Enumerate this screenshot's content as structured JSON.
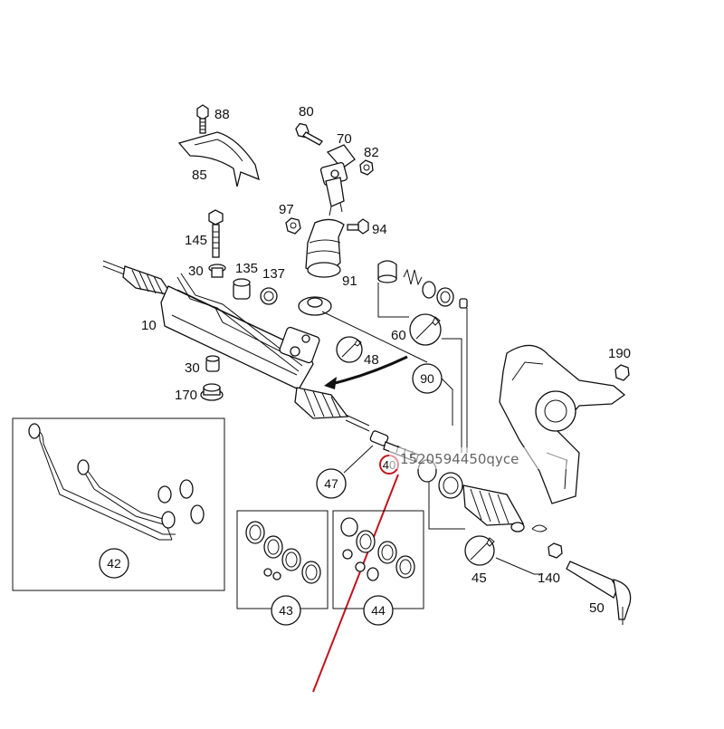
{
  "labels": {
    "p88": "88",
    "p85": "85",
    "p80": "80",
    "p70": "70",
    "p82": "82",
    "p97": "97",
    "p94": "94",
    "p145": "145",
    "p30a": "30",
    "p135": "135",
    "p137": "137",
    "p91": "91",
    "p10": "10",
    "p60": "60",
    "p48": "48",
    "p30b": "30",
    "p170": "170",
    "p90": "90",
    "p190": "190",
    "p47": "47",
    "p40": "40",
    "p45": "45",
    "p140": "140",
    "p50": "50",
    "p42": "42",
    "p43": "43",
    "p44": "44"
  },
  "watermark": "1520594450qyce",
  "colors": {
    "ink": "#111111",
    "highlight": "#c0141c",
    "paper": "#ffffff"
  }
}
